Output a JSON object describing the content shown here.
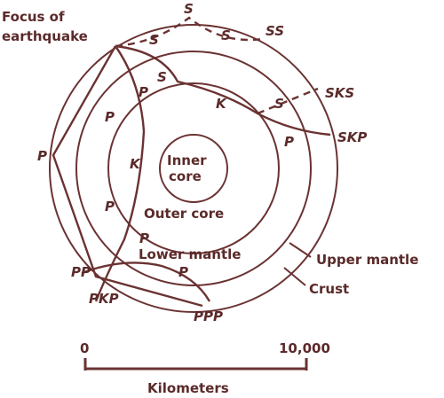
{
  "colors": {
    "ink": "#5b2a2a",
    "line": "#6b3232",
    "background": "#ffffff"
  },
  "labels": {
    "focus_line1": "Focus of",
    "focus_line2": "earthquake",
    "inner_core_line1": "Inner",
    "inner_core_line2": "core",
    "outer_core": "Outer core",
    "lower_mantle": "Lower mantle",
    "upper_mantle": "Upper mantle",
    "crust": "Crust"
  },
  "wave_labels": {
    "s_top": "S",
    "s_left": "S",
    "s_right": "S",
    "ss": "SS",
    "s_upper": "S",
    "k_upper": "K",
    "s_right_lower": "S",
    "sks": "SKS",
    "skp": "SKP",
    "p_upper": "P",
    "p_left_upper": "P",
    "p_right": "P",
    "p_far_left": "P",
    "k_left": "K",
    "p_left_lower": "P",
    "p_center": "P",
    "pp": "PP",
    "p_bottom": "P",
    "pkp": "PKP",
    "ppp": "PPP"
  },
  "scale": {
    "start": "0",
    "end": "10,000",
    "unit": "Kilometers"
  }
}
